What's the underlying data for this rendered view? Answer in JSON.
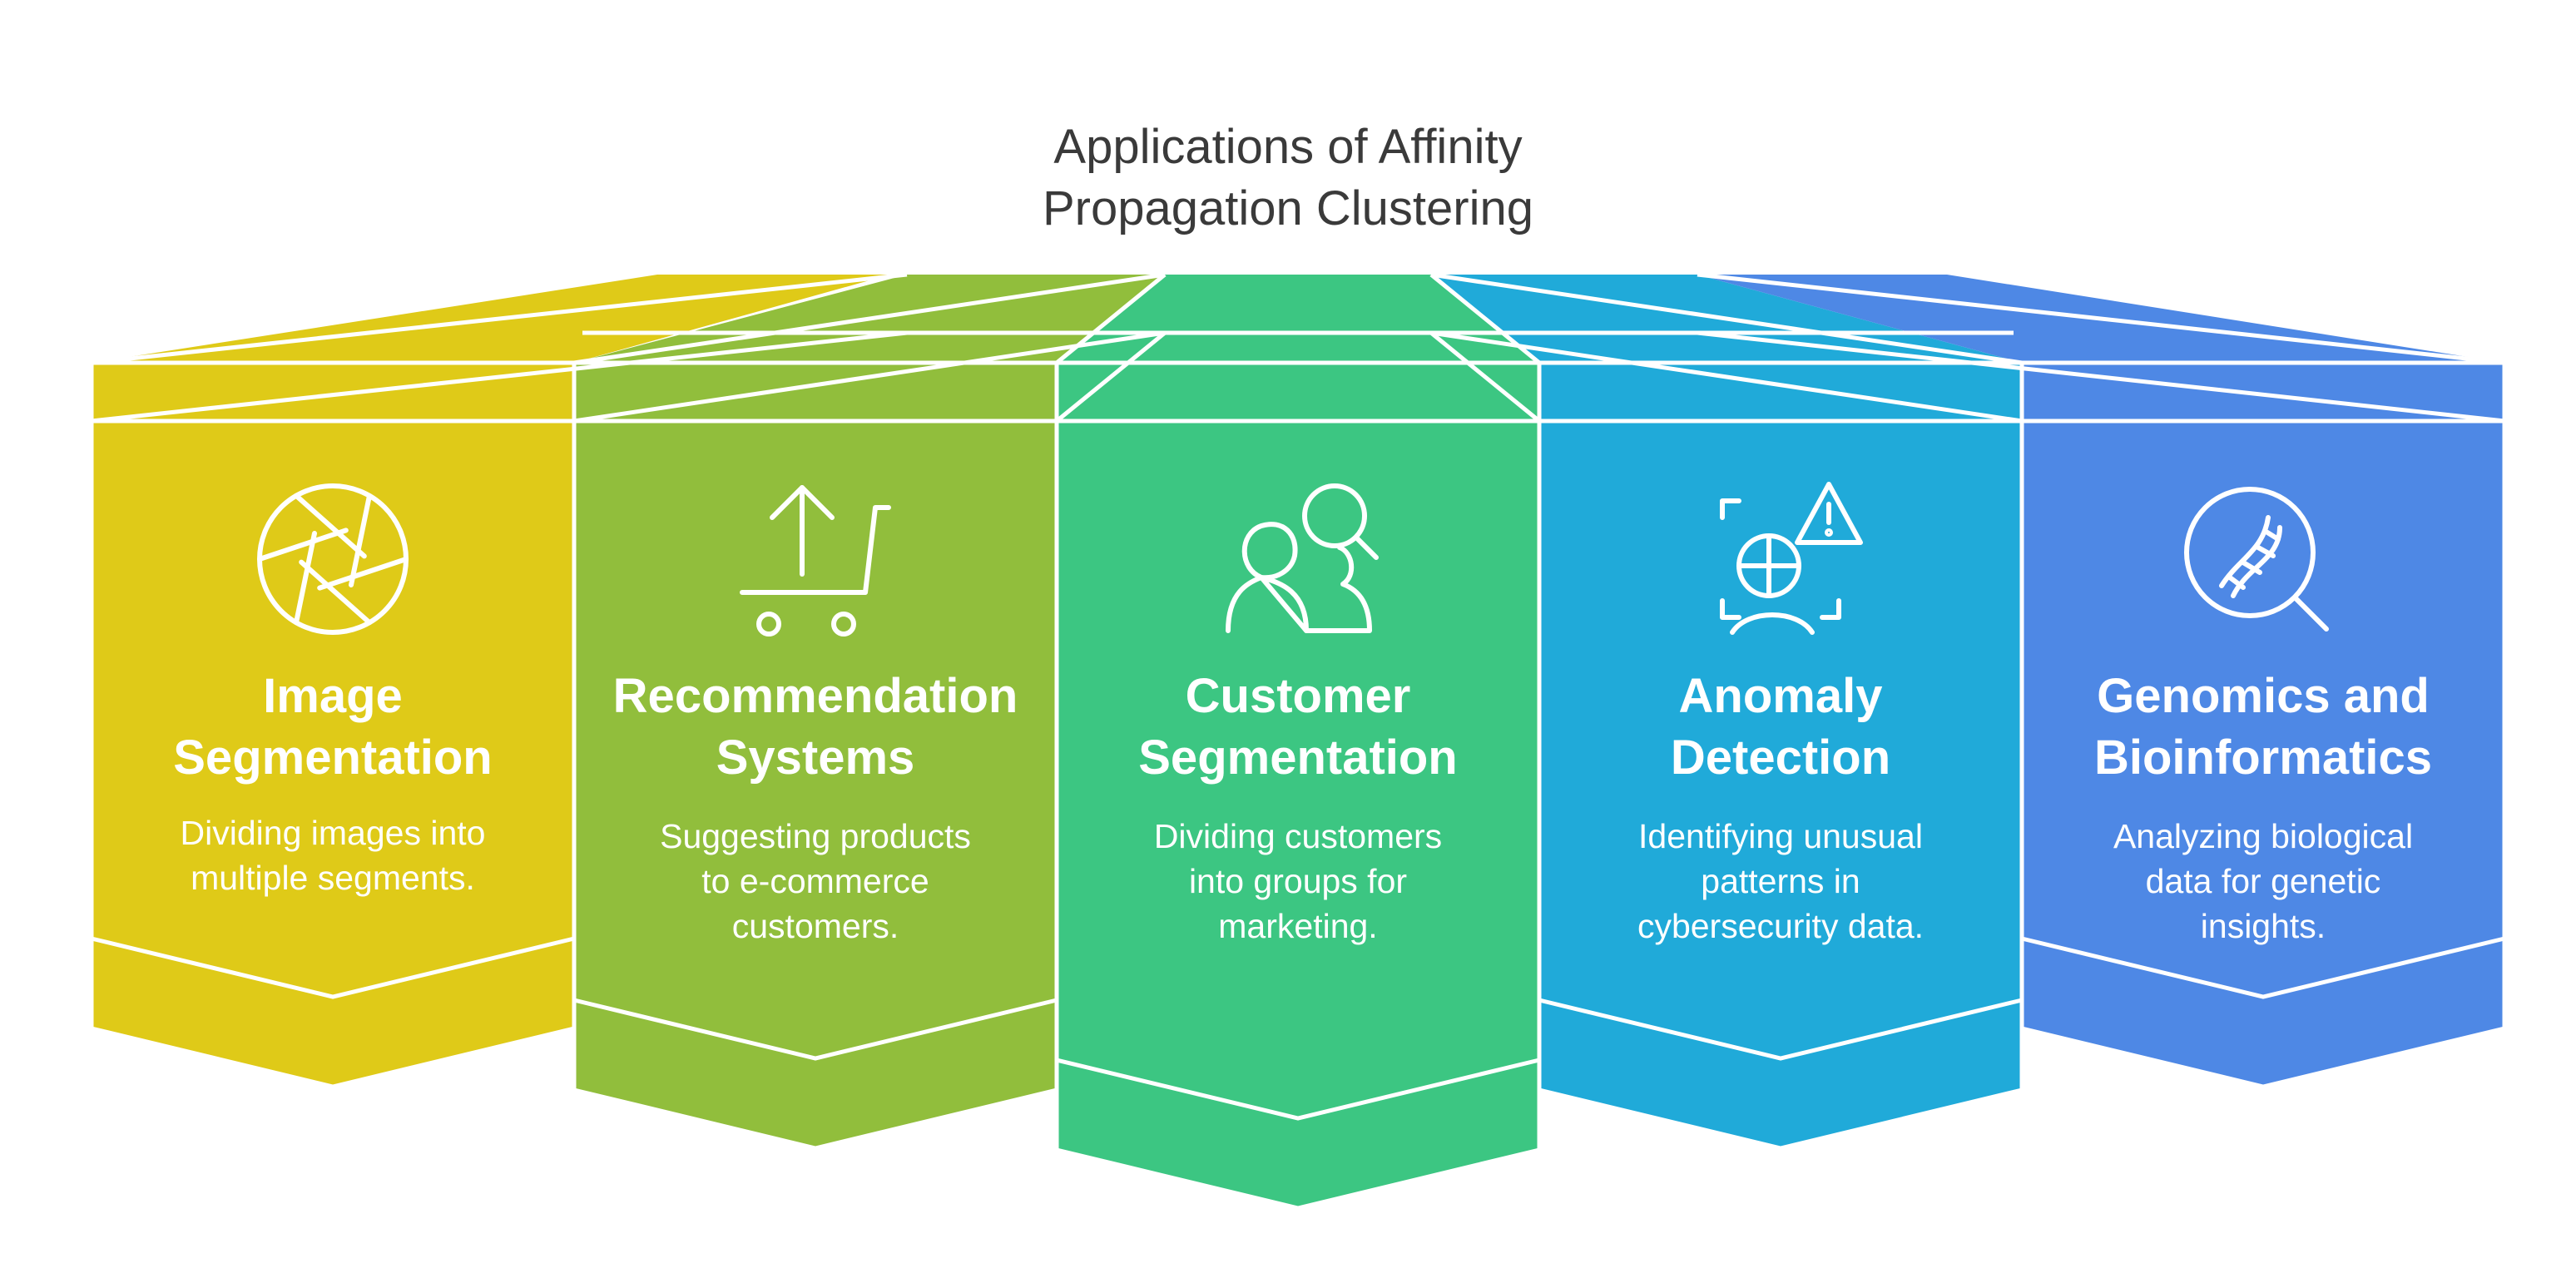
{
  "title": {
    "line1": "Applications of Affinity",
    "line2": "Propagation Clustering"
  },
  "cards": [
    {
      "heading": [
        "Image",
        "Segmentation"
      ],
      "description": [
        "Dividing images into",
        "multiple segments."
      ],
      "icon": "aperture-icon",
      "color": "#DFCA18"
    },
    {
      "heading": [
        "Recommendation",
        "Systems"
      ],
      "description": [
        "Suggesting products",
        "to e-commerce",
        "customers."
      ],
      "icon": "cart-upload-icon",
      "color": "#91BE3C"
    },
    {
      "heading": [
        "Customer",
        "Segmentation"
      ],
      "description": [
        "Dividing customers",
        "into groups for",
        "marketing."
      ],
      "icon": "user-search-icon",
      "color": "#3CC682"
    },
    {
      "heading": [
        "Anomaly",
        "Detection"
      ],
      "description": [
        "Identifying unusual",
        "patterns in",
        "cybersecurity data."
      ],
      "icon": "face-scan-alert-icon",
      "color": "#20AAD9"
    },
    {
      "heading": [
        "Genomics and",
        "Bioinformatics"
      ],
      "description": [
        "Analyzing biological",
        "data for genetic",
        "insights."
      ],
      "icon": "dna-search-icon",
      "color": "#4E88E5"
    }
  ]
}
